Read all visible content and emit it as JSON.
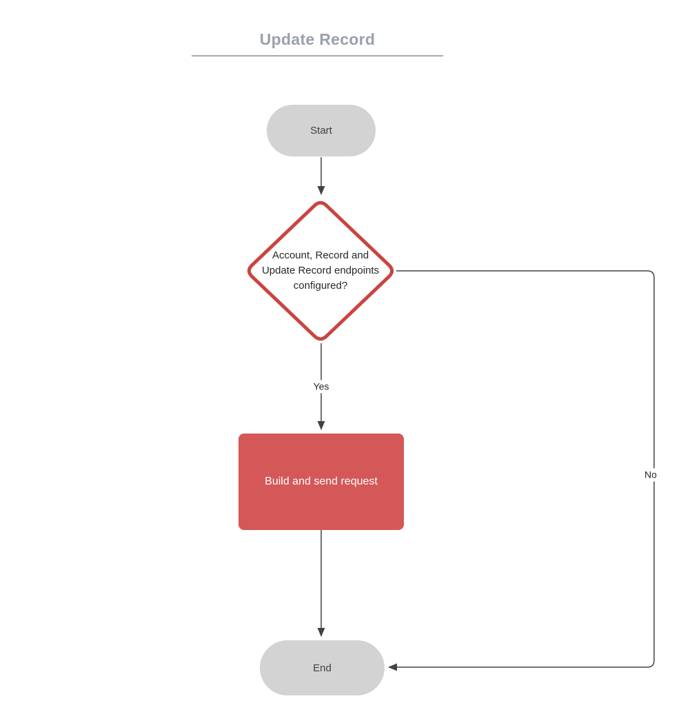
{
  "diagram": {
    "title": "Update Record",
    "nodes": {
      "start": {
        "label": "Start"
      },
      "decision": {
        "lines": [
          "Account, Record and",
          "Update Record endpoints",
          "configured?"
        ]
      },
      "process": {
        "label": "Build and send request"
      },
      "end": {
        "label": "End"
      }
    },
    "edge_labels": {
      "yes": "Yes",
      "no": "No"
    },
    "colors": {
      "title_color": "#9aa0ac",
      "title_rule": "#a6aab2",
      "terminator_fill": "#d3d3d4",
      "terminator_text": "#3d4144",
      "decision_border": "#c9453f",
      "decision_fill": "#ffffff",
      "decision_text": "#262626",
      "process_fill": "#d45858",
      "process_text": "#ffffff",
      "edge_color": "#3f4347",
      "label_text": "#26282b"
    }
  }
}
